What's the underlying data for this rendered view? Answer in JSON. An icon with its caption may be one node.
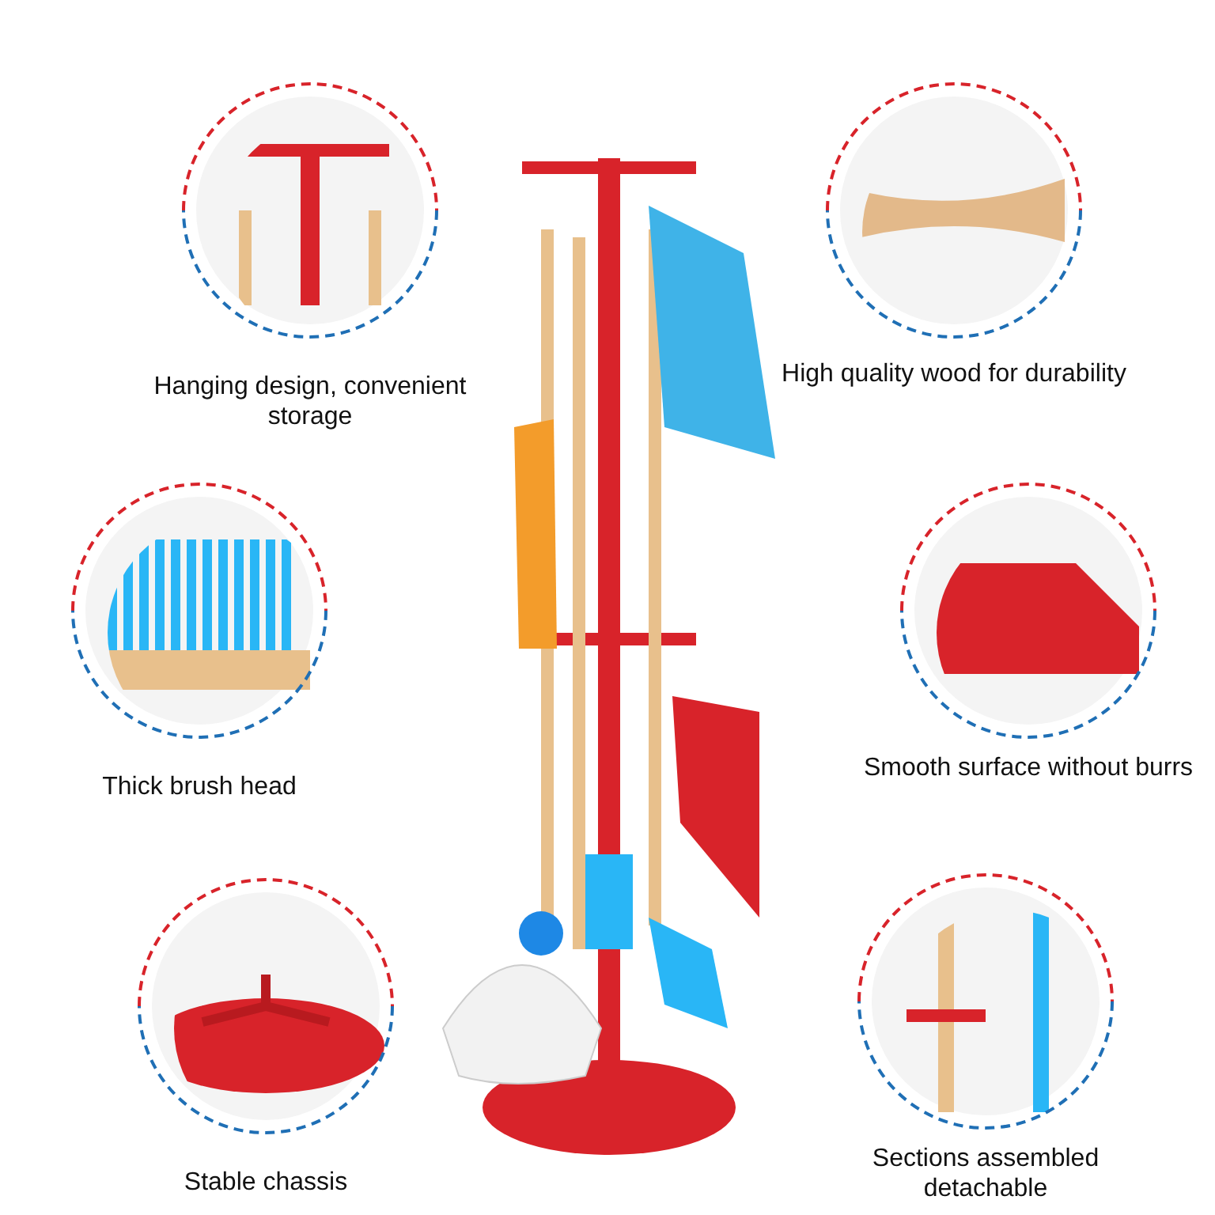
{
  "diagram": {
    "nodes": [
      {
        "text": [
          "Hanging design, convenient storage"
        ]
      },
      {
        "text": [
          "High quality wood for durability"
        ]
      },
      {
        "text": [
          "Thick brush head"
        ]
      },
      {
        "text": [
          "Smooth surface without burrs"
        ]
      },
      {
        "text": [
          "Stable chassis"
        ]
      },
      {
        "text": [
          "Sections assembled detachable"
        ]
      }
    ]
  }
}
